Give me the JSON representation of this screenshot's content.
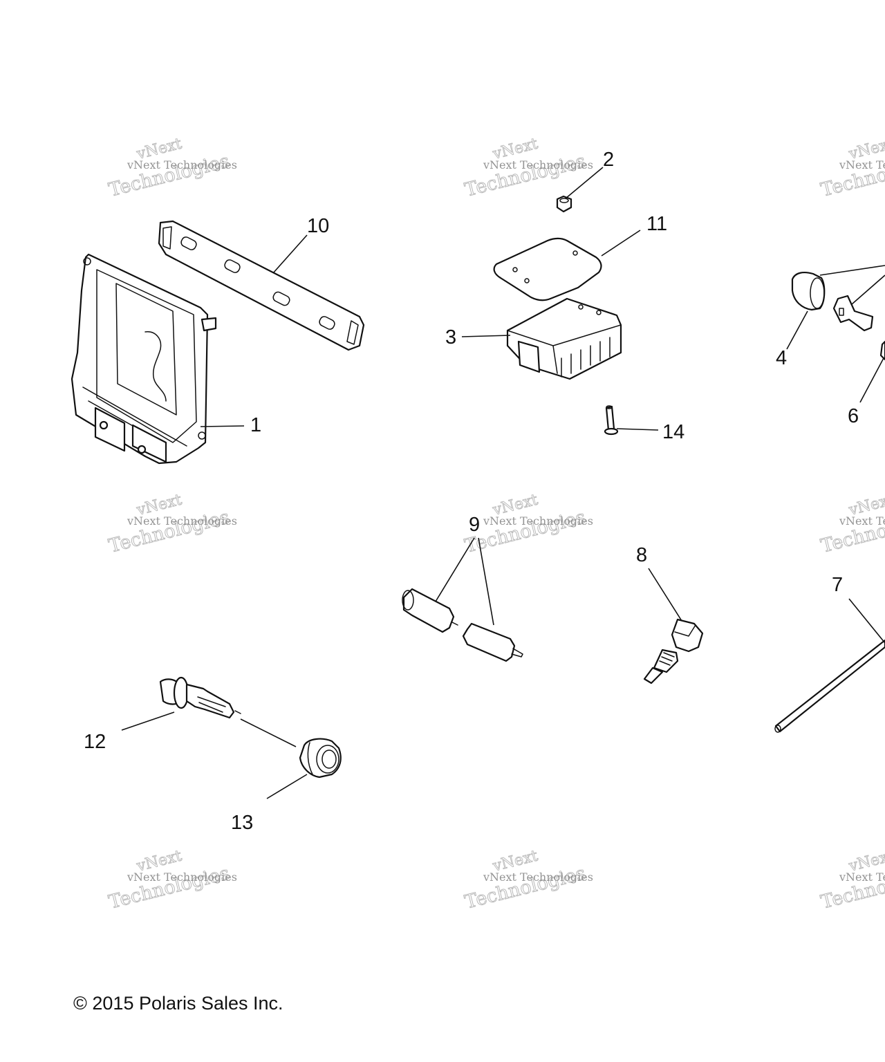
{
  "watermark": {
    "line_small": "vNext Technologies",
    "line_large": "Technologies",
    "line_top": "vNext"
  },
  "callouts": [
    "1",
    "2",
    "3",
    "4",
    "6",
    "7",
    "8",
    "9",
    "10",
    "11",
    "12",
    "13",
    "14"
  ],
  "copyright": "© 2015 Polaris Sales Inc."
}
